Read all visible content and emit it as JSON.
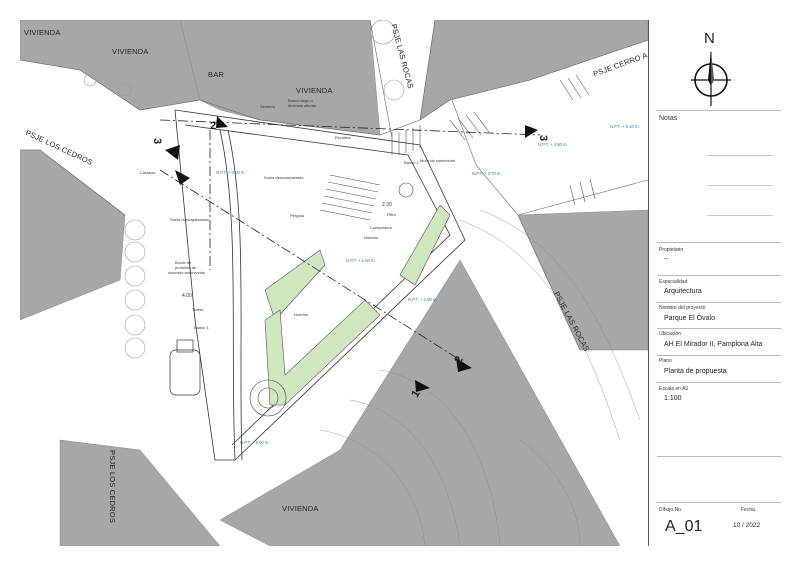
{
  "plan": {
    "street_labels": {
      "vivienda_1": "VIVIENDA",
      "vivienda_2": "VIVIENDA",
      "vivienda_3": "VIVIENDA",
      "vivienda_4": "VIVIENDA",
      "bar": "BAR",
      "psje_los_cedros_top": "PSJE LOS CEDROS",
      "psje_los_cedros_bottom": "PSJE LOS CEDROS",
      "psje_las_rocas_top": "PSJE LAS ROCAS",
      "psje_las_rocas_right": "PSJE LAS ROCAS",
      "psje_cerro": "PSJE CERRO A"
    },
    "annotations": {
      "escalera": "Escalera",
      "banca_larga": "Banco largo o",
      "diversos_alturas": "diversas alturas",
      "sendero": "Sendero",
      "banca_2": "Banco 2",
      "muro_contencion": "Muro de contención",
      "calzada": "Calzada",
      "suelo_descompactado": "Suelo descompactado",
      "suelo_duro": "Suelo duro/apisonado",
      "pergola": "Pérgola",
      "filtro": "Filtro",
      "compostera": "Compostera",
      "huertos_1": "Huertos",
      "huertos_2": "Huertos",
      "bordes": "Borde de",
      "probetas": "probetas de",
      "concreto": "concreto autonivelas",
      "totem": "Tótem",
      "banca_1": "Banco 1",
      "dim_400": "4.00",
      "dim_230": "2.30"
    },
    "levels": {
      "npt_1": "N.P.T. + 0.00 m.",
      "npt_2": "N.P.T. + 2.70 m.",
      "npt_3": "N.P.T. + 4.60 m.",
      "npt_4": "N.P.T. + 6.10 m.",
      "npt_5": "N.P.T. + 1.50 m.",
      "npt_6": "N.P.T. + 2.00 m.",
      "npt_7": "N.P.T. + 8.00 m."
    },
    "sections": {
      "s1": "1",
      "s2_top": "2",
      "s2_bottom": "2",
      "s3_left": "3",
      "s3_right": "3"
    },
    "north": "N"
  },
  "titleblock": {
    "notas_label": "Notas",
    "propietario_label": "Propietario",
    "propietario_value": "--",
    "especialidad_label": "Especialidad",
    "especialidad_value": "Arquitectura",
    "nombre_label": "Nombre del proyecto",
    "nombre_value": "Parque El Óvalo",
    "ubicacion_label": "Ubicación",
    "ubicacion_value": "AH El Mirador II, Pamplona Alta",
    "plano_label": "Plano",
    "plano_value": "Planta de propuesta",
    "escala_label": "Escala en A3",
    "escala_value": "1:100",
    "dibujo_label": "Dibujo No.",
    "dibujo_value": "A_01",
    "fecha_label": "Fecha",
    "fecha_value": "10 / 2022"
  },
  "colors": {
    "building": "#a7a7a7",
    "green": "#cfe7bf",
    "npt_blue": "#2d6fc0"
  }
}
